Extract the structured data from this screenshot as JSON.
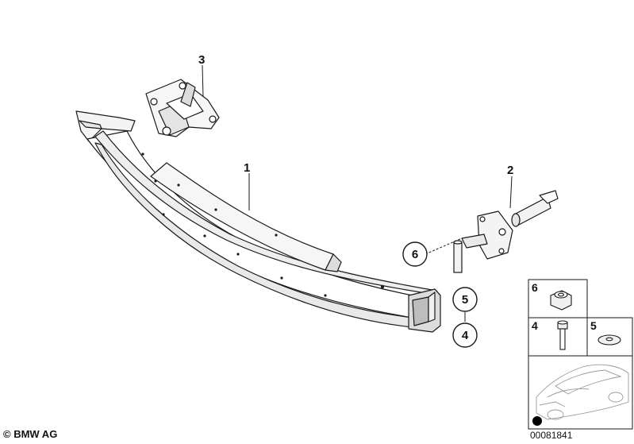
{
  "callouts": {
    "p1": "1",
    "p2": "2",
    "p3": "3",
    "p4": "4",
    "p5": "5",
    "p6": "6"
  },
  "legend": {
    "box6": "6",
    "box4": "4",
    "box5": "5"
  },
  "footer": {
    "copyright": "© BMW AG",
    "doc_number": "00081841"
  },
  "colors": {
    "line": "#1a1a1a",
    "fill": "#ffffff",
    "shade": "#e6e6e6",
    "dark": "#bdbdbd",
    "marker": "#000000"
  }
}
